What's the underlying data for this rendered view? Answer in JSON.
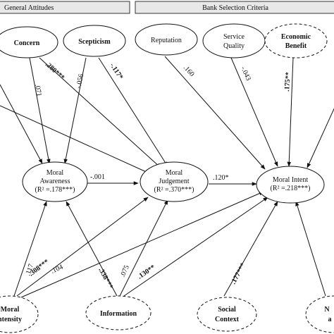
{
  "headers": {
    "general_attitudes": "General Attitudes",
    "bank_selection_criteria": "Bank Selection Criteria"
  },
  "nodes": {
    "concern": "Concern",
    "scepticism": "Scepticism",
    "reputation": "Reputation",
    "service_quality_line1": "Service",
    "service_quality_line2": "Quality",
    "economic_benefit_line1": "Economic",
    "economic_benefit_line2": "Benefit",
    "moral_awareness_line1": "Moral",
    "moral_awareness_line2": "Awareness",
    "moral_awareness_r2": "(R² =.178***)",
    "moral_judgement_line1": "Moral",
    "moral_judgement_line2": "Judgement",
    "moral_judgement_r2": "(R² =.370***)",
    "moral_intent_line1": "Moral Intent",
    "moral_intent_r2": "(R² =.218***)",
    "moral_intensity_line1": "Moral",
    "moral_intensity_line2": "ntensity",
    "information": "Information",
    "social_context_line1": "Social",
    "social_context_line2": "Context",
    "partial_right_line1": "N",
    "partial_right_line2": "a"
  },
  "coefficients": {
    "concern_ma": ".071",
    "concern_mj": ".280***",
    "scepticism_ma": "-.056",
    "scepticism_mj": "-.117*",
    "reputation_mi": ".160",
    "service_mi": "-.043",
    "economic_mi": ".175**",
    "ma_mj": "-.001",
    "mj_mi": ".120*",
    "intensity_ma": ".117",
    "intensity_mj": ".308***",
    "intensity_mi": ".104",
    "information_ma": ".338***",
    "information_mj": ".075",
    "information_mi": ".130**",
    "social_mi": ".177***"
  }
}
